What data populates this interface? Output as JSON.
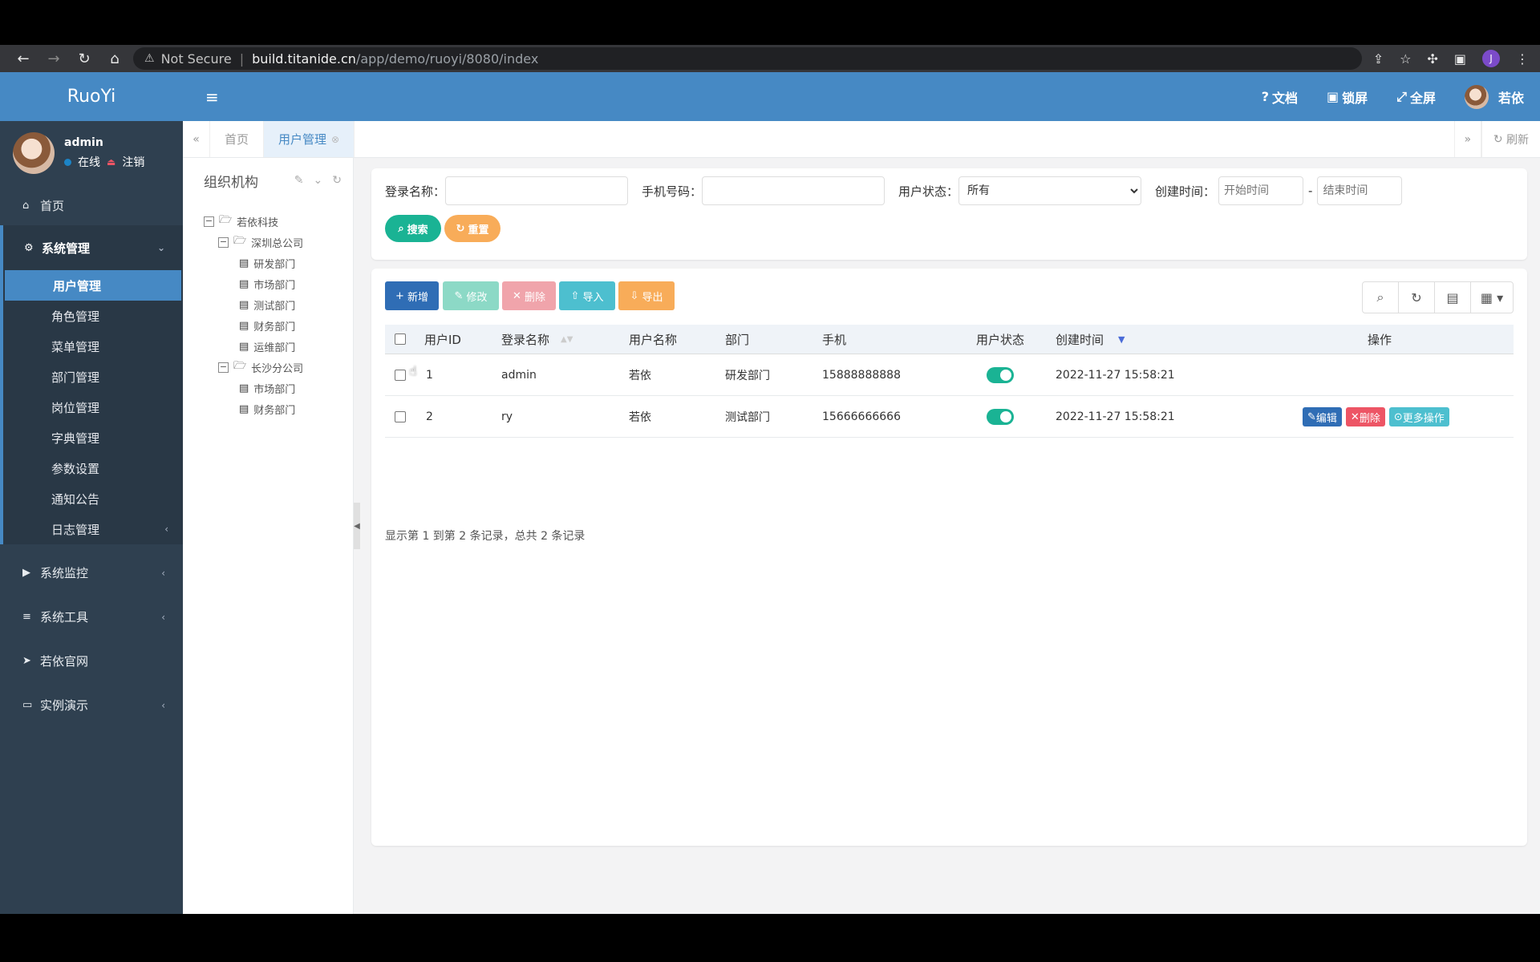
{
  "browser": {
    "security_label": "Not Secure",
    "url_host": "build.titanide.cn",
    "url_path": "/app/demo/ruoyi/8080/index",
    "profile_initial": "J"
  },
  "app": {
    "logo": "RuoYi",
    "accent": "#4689c4",
    "sidebar_bg": "#2f4050"
  },
  "user_panel": {
    "name": "admin",
    "status": "在线",
    "logout": "注销"
  },
  "sidebar": {
    "home": "首页",
    "system_mgmt": "系统管理",
    "sub_items": [
      "用户管理",
      "角色管理",
      "菜单管理",
      "部门管理",
      "岗位管理",
      "字典管理",
      "参数设置",
      "通知公告",
      "日志管理"
    ],
    "monitor": "系统监控",
    "tools": "系统工具",
    "official": "若依官网",
    "demo": "实例演示"
  },
  "header": {
    "docs": "文档",
    "lock": "锁屏",
    "fullscreen": "全屏",
    "user": "若依"
  },
  "tabs": {
    "home": "首页",
    "active": "用户管理",
    "refresh": "刷新"
  },
  "tree": {
    "title": "组织机构",
    "root": "若依科技",
    "branch1": "深圳总公司",
    "branch1_children": [
      "研发部门",
      "市场部门",
      "测试部门",
      "财务部门",
      "运维部门"
    ],
    "branch2": "长沙分公司",
    "branch2_children": [
      "市场部门",
      "财务部门"
    ]
  },
  "search": {
    "login_label": "登录名称：",
    "phone_label": "手机号码：",
    "status_label": "用户状态：",
    "status_value": "所有",
    "time_label": "创建时间：",
    "start_placeholder": "开始时间",
    "end_placeholder": "结束时间",
    "search_btn": "搜索",
    "reset_btn": "重置"
  },
  "toolbar": {
    "add": "新增",
    "edit": "修改",
    "delete": "删除",
    "import": "导入",
    "export": "导出"
  },
  "table": {
    "headers": [
      "用户ID",
      "登录名称",
      "用户名称",
      "部门",
      "手机",
      "用户状态",
      "创建时间",
      "操作"
    ],
    "rows": [
      {
        "id": "1",
        "login": "admin",
        "name": "若依",
        "dept": "研发部门",
        "phone": "15888888888",
        "status_on": true,
        "created": "2022-11-27 15:58:21"
      },
      {
        "id": "2",
        "login": "ry",
        "name": "若依",
        "dept": "测试部门",
        "phone": "15666666666",
        "status_on": true,
        "created": "2022-11-27 15:58:21"
      }
    ],
    "actions": {
      "edit": "编辑",
      "delete": "删除",
      "more": "更多操作"
    },
    "summary": "显示第 1 到第 2 条记录，总共 2 条记录"
  }
}
